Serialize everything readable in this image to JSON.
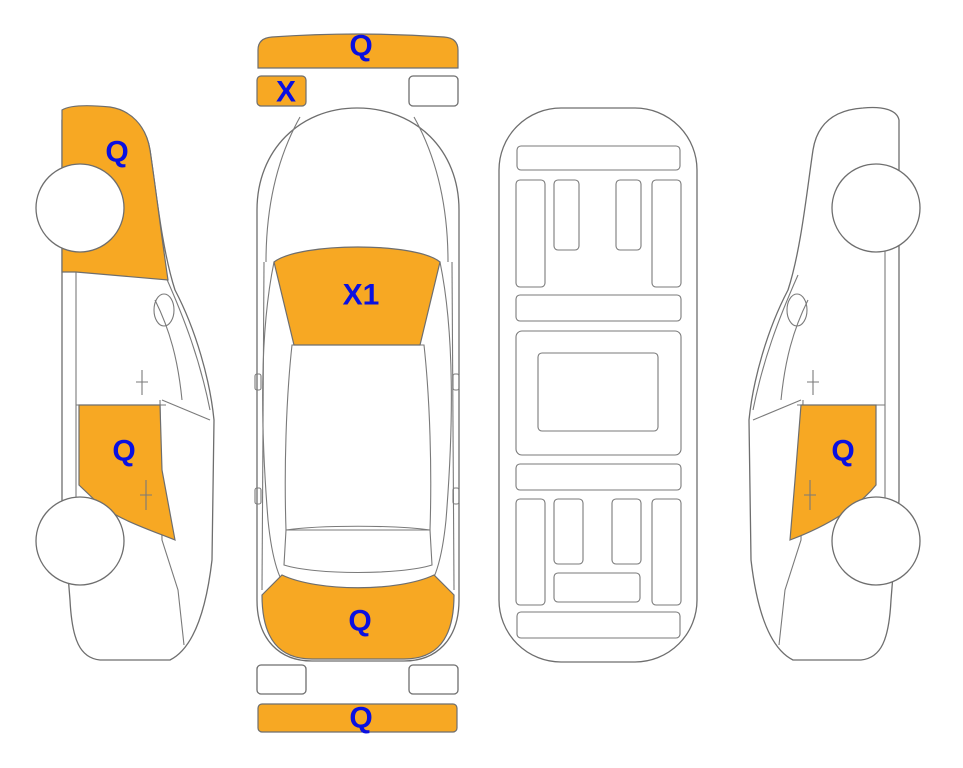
{
  "colors": {
    "damage_fill": "#F7A823",
    "label_text": "#0A10E0",
    "outline": "#6E6E6E"
  },
  "labels": {
    "front_bumper": "Q",
    "front_left_light": "X",
    "left_front_fender": "Q",
    "left_rear_door": "Q",
    "windshield": "X1",
    "rear_trunk": "Q",
    "rear_bumper": "Q",
    "right_rear_door": "Q"
  }
}
